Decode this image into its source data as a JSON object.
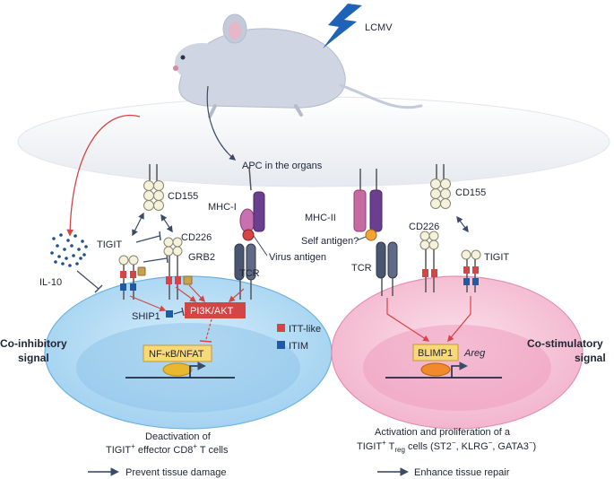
{
  "labels": {
    "lcmv": "LCMV",
    "apc": "APC in the organs",
    "cd155_left": "CD155",
    "cd155_right": "CD155",
    "tigit_left": "TIGIT",
    "tigit_right": "TIGIT",
    "cd226_left": "CD226",
    "cd226_right": "CD226",
    "grb2": "GRB2",
    "il10": "IL-10",
    "mhc1": "MHC-I",
    "mhc2": "MHC-II",
    "virus_antigen": "Virus antigen",
    "self_antigen": "Self antigen?",
    "tcr_left": "TCR",
    "tcr_right": "TCR",
    "ship1": "SHIP1",
    "pi3k": "PI3K/AKT",
    "nfkb": "NF-κB/NFAT",
    "blimp1": "BLIMP1",
    "areg": "Areg",
    "coinhib_1": "Co-inhibitory",
    "coinhib_2": "signal",
    "costim_1": "Co-stimulatory",
    "costim_2": "signal"
  },
  "legend": {
    "itt": "ITT-like",
    "itim": "ITIM",
    "itt_color": "#d64545",
    "itim_color": "#1f5aa6"
  },
  "captions": {
    "left_line1": "Deactivation of",
    "left_line2_a": "TIGIT",
    "left_line2_sup": "+",
    "left_line2_b": " effector CD8",
    "left_line2_sup2": "+",
    "left_line2_c": " T cells",
    "right_line1": "Activation and proliferation of a",
    "right_line2_a": "TIGIT",
    "right_line2_sup": "+",
    "right_line2_b": " T",
    "right_line2_sub": "reg",
    "right_line2_c": " cells (ST2",
    "right_line2_sup2": "−",
    "right_line2_d": ", KLRG",
    "right_line2_sup3": "−",
    "right_line2_e": ", GATA3",
    "right_line2_sup4": "−",
    "right_line2_f": ")"
  },
  "outcomes": {
    "left": "Prevent tissue damage",
    "right": "Enhance tissue repair"
  },
  "colors": {
    "left_cell": "#bfe0f5",
    "left_nucleus": "#8fc5ea",
    "right_cell": "#f7c9dc",
    "right_nucleus": "#ef9fc0",
    "apc": "#eef0f4",
    "mouse": "#cdd3e0",
    "lightning": "#1f63b8",
    "arrow_red": "#d64545",
    "arrow_dark": "#2f3f5c"
  }
}
